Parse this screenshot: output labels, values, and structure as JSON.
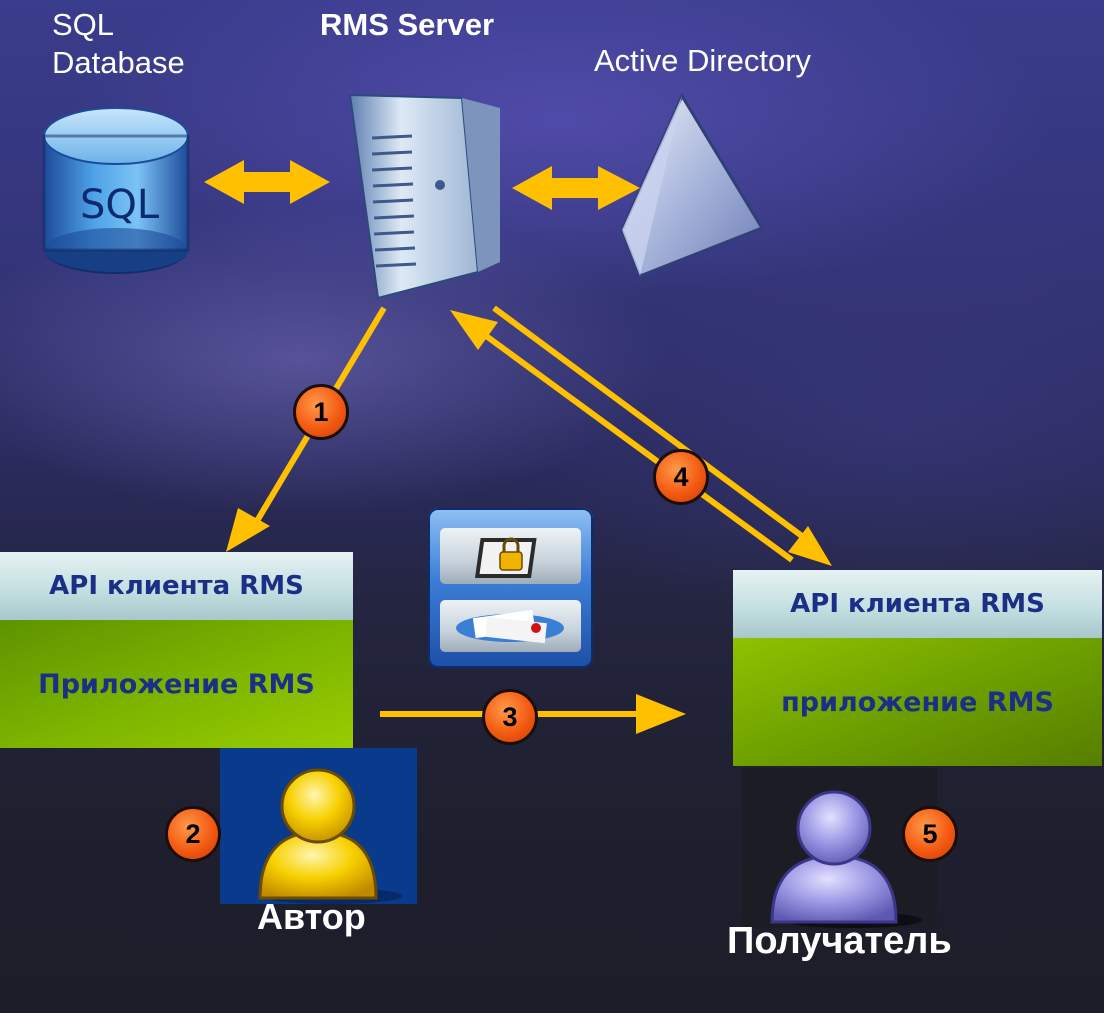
{
  "labels": {
    "sql_database": "SQL Database",
    "rms_server": "RMS Server",
    "active_directory": "Active Directory",
    "sql_icon_text": "SQL",
    "author": "Автор",
    "recipient": "Получатель"
  },
  "left_stack": {
    "api": "API клиента RMS",
    "app": "Приложение RMS"
  },
  "right_stack": {
    "api": "API клиента RMS",
    "app": "приложение RMS"
  },
  "steps": [
    "1",
    "2",
    "3",
    "4",
    "5"
  ],
  "colors": {
    "arrow": "#ffc000",
    "badge": "#f35a12",
    "api_bar": "#c5dfe1",
    "app_bar": "#7bb300",
    "label_text": "#1c2f86"
  },
  "icons": {
    "sql": "database-icon",
    "server": "server-tower-icon",
    "directory": "active-directory-triangle-icon",
    "document": "protected-document-icon",
    "author": "user-yellow-icon",
    "recipient": "user-purple-icon"
  }
}
